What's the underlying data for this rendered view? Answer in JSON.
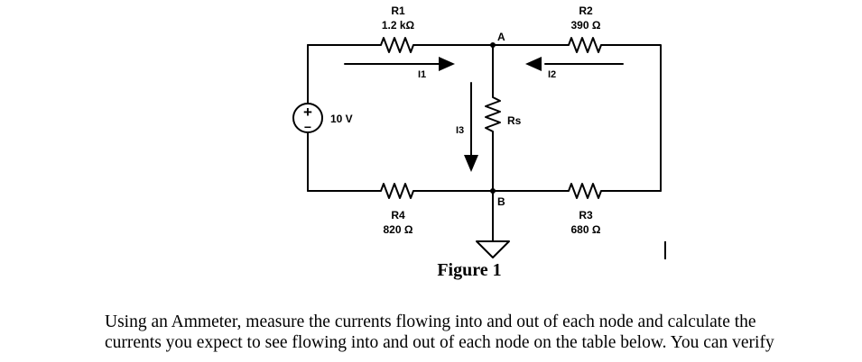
{
  "circuit": {
    "source": {
      "label": "10 V",
      "plus": "+",
      "minus": "−"
    },
    "resistors": {
      "r1": {
        "name": "R1",
        "value": "1.2 kΩ"
      },
      "r2": {
        "name": "R2",
        "value": "390 Ω"
      },
      "r4": {
        "name": "R4",
        "value": "820 Ω"
      },
      "r3": {
        "name": "R3",
        "value": "680 Ω"
      },
      "rs": {
        "name": "Rs"
      }
    },
    "nodes": {
      "a": "A",
      "b": "B"
    },
    "currents": {
      "i1": "I1",
      "i2": "I2",
      "i3": "I3"
    }
  },
  "caption": "Figure 1",
  "paragraph": {
    "line1": "Using an Ammeter, measure the currents flowing into and out of each node and calculate the",
    "line2": "currents you expect to see flowing into and out of each node on the table below. You can verify"
  }
}
